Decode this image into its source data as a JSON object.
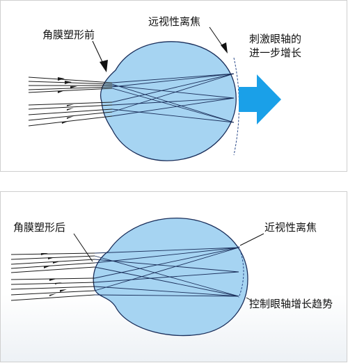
{
  "top_panel": {
    "label_before": "角膜塑形前",
    "label_focus": "远视性离焦",
    "label_stimulus_line1": "刺激眼轴的",
    "label_stimulus_line2": "进一步增长"
  },
  "bottom_panel": {
    "label_after": "角膜塑形后",
    "label_focus": "近视性离焦",
    "label_control": "控制眼轴增长趋势"
  },
  "colors": {
    "eye_fill": "#a6d4f2",
    "eye_stroke": "#1a2e5a",
    "arrow_blue": "#1aa0e8",
    "ray": "#1a1a1a",
    "focus_dash": "#2b4a8a"
  }
}
